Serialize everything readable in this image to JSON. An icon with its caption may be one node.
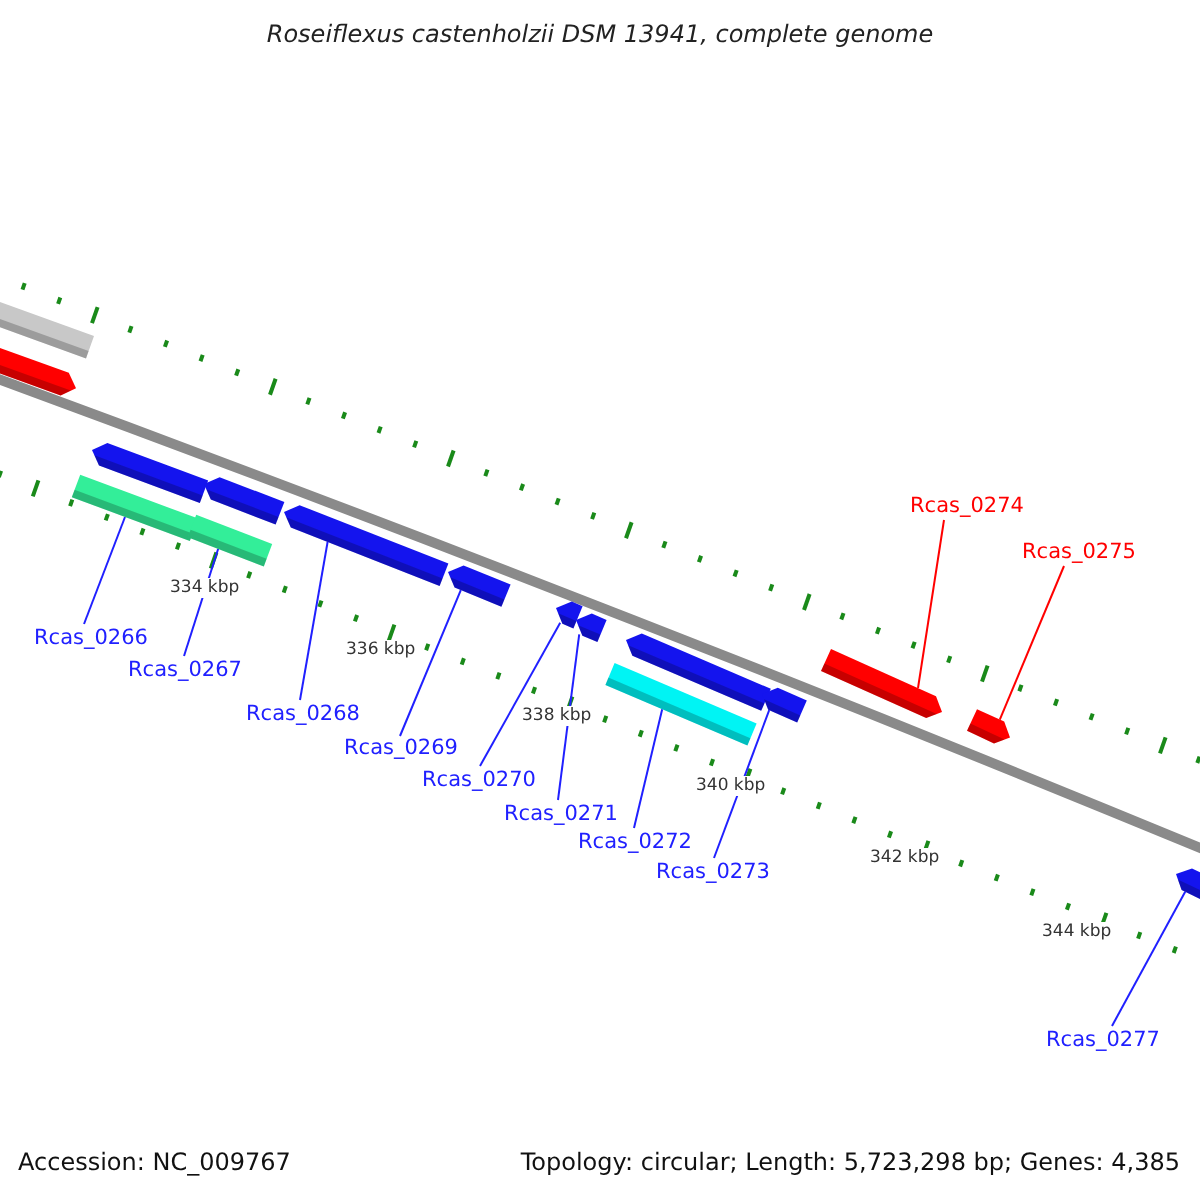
{
  "diagram": {
    "title": "Roseiflexus castenholzii DSM 13941, complete genome",
    "nodes": [
      {
        "text": [
          "Rcas_0266"
        ]
      },
      {
        "text": [
          "Rcas_0267"
        ]
      },
      {
        "text": [
          "Rcas_0268"
        ]
      },
      {
        "text": [
          "Rcas_0269"
        ]
      },
      {
        "text": [
          "Rcas_0270"
        ]
      },
      {
        "text": [
          "Rcas_0271"
        ]
      },
      {
        "text": [
          "Rcas_0272"
        ]
      },
      {
        "text": [
          "Rcas_0273"
        ]
      },
      {
        "text": [
          "Rcas_0274"
        ]
      },
      {
        "text": [
          "Rcas_0275"
        ]
      },
      {
        "text": [
          "Rcas_0277"
        ]
      },
      {
        "text": [],
        "shape": "bar"
      },
      {
        "text": [],
        "shape": "bar"
      },
      {
        "text": [],
        "shape": "bar"
      },
      {
        "text": [],
        "shape": "bar"
      },
      {
        "text": [],
        "shape": "bar"
      },
      {
        "text": [],
        "shape": "bar"
      },
      {
        "text": [],
        "shape": "bar"
      },
      {
        "text": [],
        "shape": "bar"
      },
      {
        "text": [],
        "shape": "bar"
      },
      {
        "text": [],
        "shape": "bar"
      },
      {
        "text": [],
        "shape": "bar"
      }
    ],
    "edges": [
      {
        "from": 0,
        "to": 11,
        "arrow": "none"
      },
      {
        "from": 1,
        "to": 12,
        "arrow": "none"
      },
      {
        "from": 2,
        "to": 13,
        "arrow": "none"
      },
      {
        "from": 3,
        "to": 14,
        "arrow": "none"
      },
      {
        "from": 4,
        "to": 15,
        "arrow": "none"
      },
      {
        "from": 5,
        "to": 16,
        "arrow": "none"
      },
      {
        "from": 6,
        "to": 17,
        "arrow": "none"
      },
      {
        "from": 7,
        "to": 18,
        "arrow": "none"
      },
      {
        "from": 8,
        "to": 19,
        "arrow": "none",
        "color": "#ff0000"
      },
      {
        "from": 9,
        "to": 20,
        "arrow": "none",
        "color": "#ff0000"
      },
      {
        "from": 10,
        "to": 21,
        "arrow": "none"
      }
    ],
    "labels": [
      "334 kbp",
      "336 kbp",
      "338 kbp",
      "340 kbp",
      "342 kbp",
      "344 kbp",
      "Accession: NC_009767",
      "Topology: circular; Length: 5,723,298 bp; Genes: 4,385"
    ]
  }
}
